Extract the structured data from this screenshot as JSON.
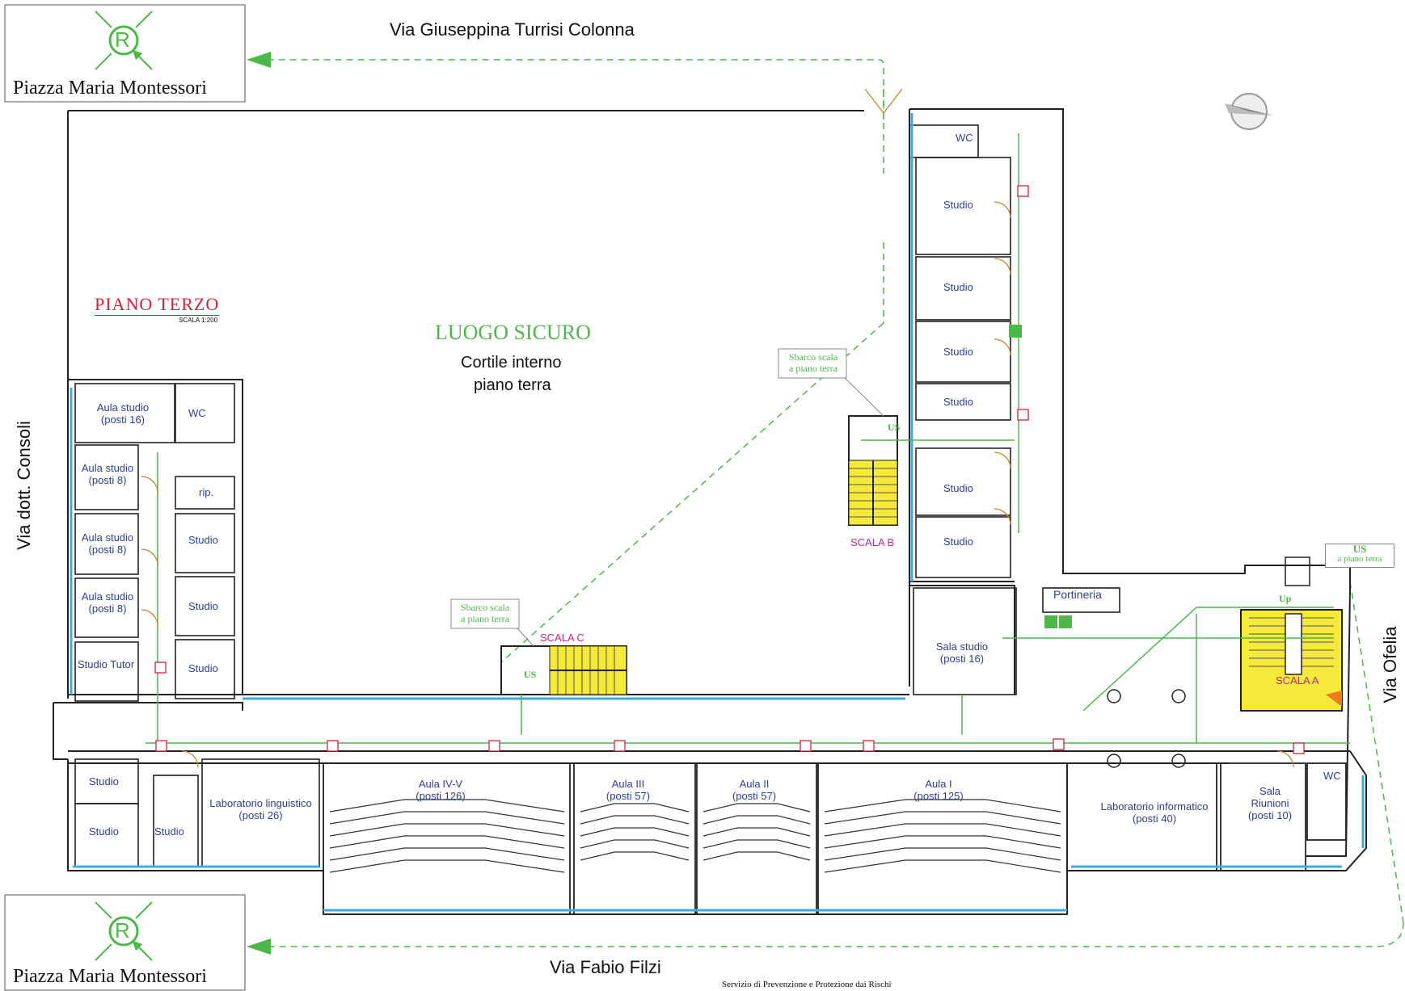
{
  "streets": {
    "top": "Via Giuseppina Turrisi Colonna",
    "bottom": "Via Fabio Filzi",
    "left": "Via dott. Consoli",
    "right": "Via Ofelia"
  },
  "assembly_points": [
    {
      "label": "Piazza Maria Montessori",
      "symbol": "R"
    },
    {
      "label": "Piazza Maria Montessori",
      "symbol": "R"
    }
  ],
  "plan": {
    "floor_title": "PIANO  TERZO",
    "scale": "SCALA  1:200",
    "safe_place_title": "LUOGO SICURO",
    "safe_place_line1": "Cortile interno",
    "safe_place_line2": "piano terra"
  },
  "stairs": {
    "b": "SCALA B",
    "c": "SCALA C",
    "a": "SCALA A",
    "landing_b_line1": "Sbarco scala",
    "landing_b_line2": "a piano terra",
    "landing_c_line1": "Sbarco scala",
    "landing_c_line2": "a piano terra",
    "us": "US",
    "up": "Up",
    "us_ground_line1": "US",
    "us_ground_line2": "a piano terra"
  },
  "rooms": {
    "wc_top": "WC",
    "studio_1": "Studio",
    "studio_2": "Studio",
    "studio_3": "Studio",
    "studio_4": "Studio",
    "studio_5": "Studio",
    "studio_6": "Studio",
    "portineria": "Portineria",
    "sala_studio": "Sala studio",
    "sala_studio_posti": "(posti 16)",
    "aula_studio_16": "Aula studio",
    "aula_studio_16_posti": "(posti 16)",
    "wc_left": "WC",
    "aula_studio_8a": "Aula studio",
    "aula_studio_8a_posti": "(posti 8)",
    "rip": "rip.",
    "aula_studio_8b": "Aula studio",
    "aula_studio_8b_posti": "(posti 8)",
    "studio_l1": "Studio",
    "aula_studio_8c": "Aula studio",
    "aula_studio_8c_posti": "(posti 8)",
    "studio_l2": "Studio",
    "studio_tutor": "Studio Tutor",
    "studio_l3": "Studio",
    "studio_bl1": "Studio",
    "studio_bl2": "Studio",
    "studio_bl3": "Studio",
    "lab_linguistico": "Laboratorio linguistico",
    "lab_linguistico_posti": "(posti 26)",
    "aula_iv_v": "Aula IV-V",
    "aula_iv_v_posti": "(posti 126)",
    "aula_iii": "Aula III",
    "aula_iii_posti": "(posti 57)",
    "aula_ii": "Aula II",
    "aula_ii_posti": "(posti 57)",
    "aula_i": "Aula I",
    "aula_i_posti": "(posti 125)",
    "lab_informatico": "Laboratorio informatico",
    "lab_informatico_posti": "(posti 40)",
    "sala_riunioni_1": "Sala",
    "sala_riunioni_2": "Riunioni",
    "sala_riunioni_posti": "(posti 10)",
    "wc_right": "WC"
  },
  "footer": "Servizio di Prevenzione e Protezione dai Rischi",
  "colors": {
    "wall": "#222222",
    "route": "#4cb848",
    "room_text": "#2e3f8f",
    "stairs": "#f5e93a",
    "title_red": "#d6213a",
    "scala_magenta": "#c1268c",
    "door": "#c08a2b",
    "window": "#4aa8d8",
    "extinguisher": "#d6213a"
  }
}
